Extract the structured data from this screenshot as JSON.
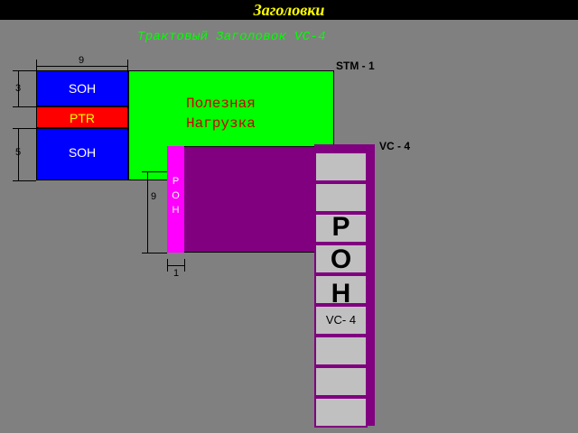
{
  "window": {
    "title": "Заголовки"
  },
  "diagram": {
    "subtitle": "Трактовый Заголовок VC-4",
    "stm_label": "STM - 1",
    "vc4_label": "VC - 4",
    "soh_top": "SOH",
    "ptr": "PTR",
    "soh_bottom": "SOH",
    "payload_line1": "Полезная",
    "payload_line2": "Нагрузка",
    "poh_vertical": "Р\nО\nН",
    "poh_letters": [
      "P",
      "O",
      "H"
    ],
    "stack_vc4": "VC- 4",
    "dims": {
      "width_9": "9",
      "height_3": "3",
      "height_5": "5",
      "height_9": "9",
      "width_1": "1"
    }
  },
  "colors": {
    "soh": "#0000ff",
    "ptr": "#ff0000",
    "payload": "#00ff00",
    "vc4": "#800080",
    "poh": "#ff00ff",
    "title": "#ffff00"
  }
}
